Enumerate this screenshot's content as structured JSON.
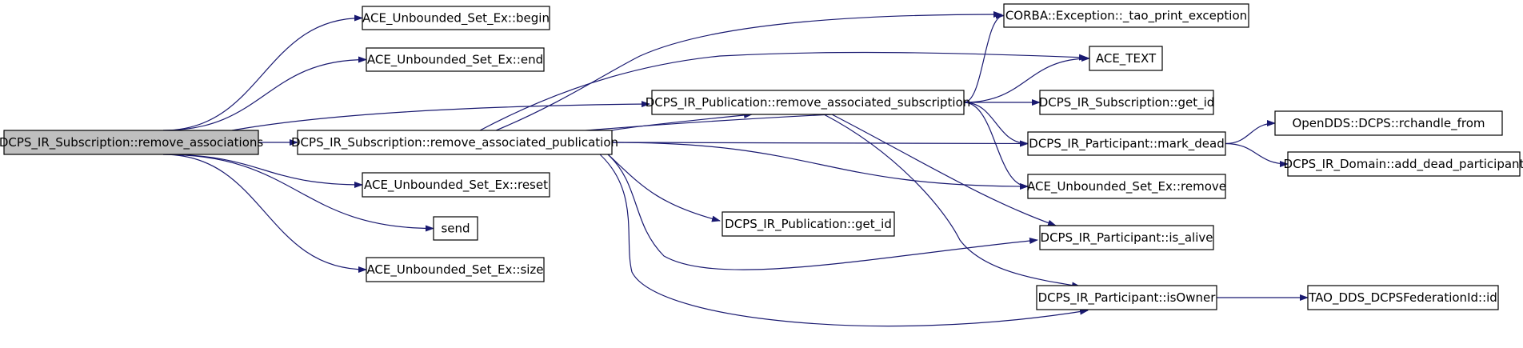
{
  "nodes": {
    "remove_associations": "DCPS_IR_Subscription::remove_associations",
    "begin": "ACE_Unbounded_Set_Ex::begin",
    "end": "ACE_Unbounded_Set_Ex::end",
    "remove_assoc_pub": "DCPS_IR_Subscription::remove_associated_publication",
    "reset": "ACE_Unbounded_Set_Ex::reset",
    "send": "send",
    "size": "ACE_Unbounded_Set_Ex::size",
    "remove_assoc_sub": "DCPS_IR_Publication::remove_associated_subscription",
    "pub_get_id": "DCPS_IR_Publication::get_id",
    "tao_print": "CORBA::Exception::_tao_print_exception",
    "ace_text": "ACE_TEXT",
    "sub_get_id": "DCPS_IR_Subscription::get_id",
    "mark_dead": "DCPS_IR_Participant::mark_dead",
    "set_remove": "ACE_Unbounded_Set_Ex::remove",
    "is_alive": "DCPS_IR_Participant::is_alive",
    "is_owner": "DCPS_IR_Participant::isOwner",
    "rchandle_from": "OpenDDS::DCPS::rchandle_from",
    "add_dead": "DCPS_IR_Domain::add_dead_participant",
    "fed_id": "TAO_DDS_DCPSFederationId::id"
  },
  "edges": [
    [
      "remove_associations",
      "begin"
    ],
    [
      "remove_associations",
      "end"
    ],
    [
      "remove_associations",
      "remove_assoc_pub"
    ],
    [
      "remove_associations",
      "remove_assoc_sub"
    ],
    [
      "remove_associations",
      "reset"
    ],
    [
      "remove_associations",
      "send"
    ],
    [
      "remove_associations",
      "size"
    ],
    [
      "remove_assoc_pub",
      "tao_print"
    ],
    [
      "remove_assoc_pub",
      "ace_text"
    ],
    [
      "remove_assoc_pub",
      "remove_assoc_sub"
    ],
    [
      "remove_assoc_pub",
      "mark_dead"
    ],
    [
      "remove_assoc_pub",
      "set_remove"
    ],
    [
      "remove_assoc_pub",
      "pub_get_id"
    ],
    [
      "remove_assoc_pub",
      "is_alive"
    ],
    [
      "remove_assoc_pub",
      "is_owner"
    ],
    [
      "remove_assoc_sub",
      "tao_print"
    ],
    [
      "remove_assoc_sub",
      "ace_text"
    ],
    [
      "remove_assoc_sub",
      "remove_assoc_pub"
    ],
    [
      "remove_assoc_sub",
      "sub_get_id"
    ],
    [
      "remove_assoc_sub",
      "mark_dead"
    ],
    [
      "remove_assoc_sub",
      "set_remove"
    ],
    [
      "remove_assoc_sub",
      "is_alive"
    ],
    [
      "remove_assoc_sub",
      "is_owner"
    ],
    [
      "mark_dead",
      "rchandle_from"
    ],
    [
      "mark_dead",
      "add_dead"
    ],
    [
      "is_owner",
      "fed_id"
    ]
  ],
  "colors": {
    "edge": "#191970",
    "root_fill": "#bfbfbf"
  }
}
